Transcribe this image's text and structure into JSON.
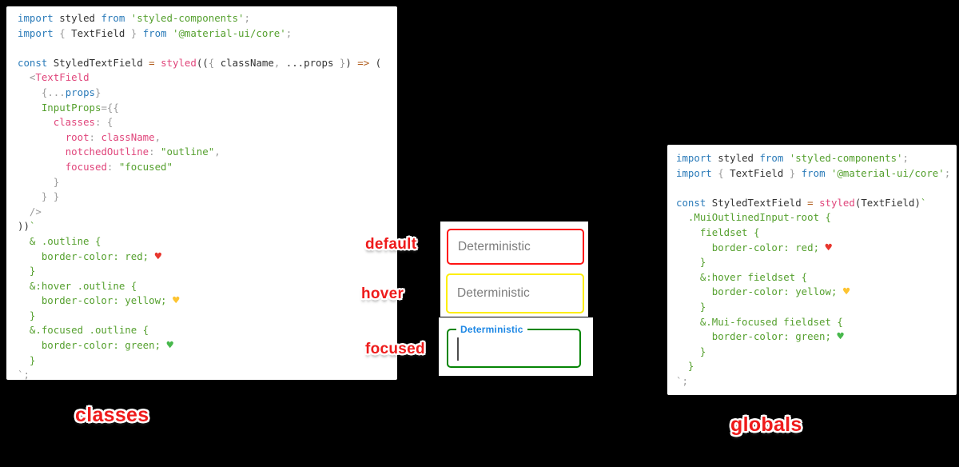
{
  "panels": {
    "left": {
      "caption": "classes",
      "lines": [
        [
          {
            "t": "import",
            "c": "kw"
          },
          {
            "t": " styled ",
            "c": "id"
          },
          {
            "t": "from",
            "c": "kw"
          },
          {
            "t": " 'styled-components'",
            "c": "str"
          },
          {
            "t": ";",
            "c": "pun"
          }
        ],
        [
          {
            "t": "import",
            "c": "kw"
          },
          {
            "t": " { ",
            "c": "pun"
          },
          {
            "t": "TextField",
            "c": "id"
          },
          {
            "t": " } ",
            "c": "pun"
          },
          {
            "t": "from",
            "c": "kw"
          },
          {
            "t": " '@material-ui/core'",
            "c": "str"
          },
          {
            "t": ";",
            "c": "pun"
          }
        ],
        [],
        [
          {
            "t": "const",
            "c": "kw"
          },
          {
            "t": " StyledTextField ",
            "c": "id"
          },
          {
            "t": "=",
            "c": "op"
          },
          {
            "t": " ",
            "c": "id"
          },
          {
            "t": "styled",
            "c": "pink"
          },
          {
            "t": "((",
            "c": "id"
          },
          {
            "t": "{ ",
            "c": "pun"
          },
          {
            "t": "className",
            "c": "id"
          },
          {
            "t": ",",
            "c": "pun"
          },
          {
            "t": " ...props",
            "c": "id"
          },
          {
            "t": " }",
            "c": "pun"
          },
          {
            "t": ")",
            "c": "id"
          },
          {
            "t": " ",
            "c": "id"
          },
          {
            "t": "=>",
            "c": "op"
          },
          {
            "t": " (",
            "c": "id"
          }
        ],
        [
          {
            "t": "  <",
            "c": "pun"
          },
          {
            "t": "TextField",
            "c": "pink"
          }
        ],
        [
          {
            "t": "    {",
            "c": "pun"
          },
          {
            "t": "...",
            "c": "pun"
          },
          {
            "t": "props",
            "c": "kw"
          },
          {
            "t": "}",
            "c": "pun"
          }
        ],
        [
          {
            "t": "    ",
            "c": "id"
          },
          {
            "t": "InputProps",
            "c": "str"
          },
          {
            "t": "={{",
            "c": "pun"
          }
        ],
        [
          {
            "t": "      ",
            "c": "id"
          },
          {
            "t": "classes",
            "c": "pink"
          },
          {
            "t": ": {",
            "c": "pun"
          }
        ],
        [
          {
            "t": "        ",
            "c": "id"
          },
          {
            "t": "root",
            "c": "pink"
          },
          {
            "t": ": ",
            "c": "pun"
          },
          {
            "t": "className",
            "c": "pink"
          },
          {
            "t": ",",
            "c": "pun"
          }
        ],
        [
          {
            "t": "        ",
            "c": "id"
          },
          {
            "t": "notchedOutline",
            "c": "pink"
          },
          {
            "t": ": ",
            "c": "pun"
          },
          {
            "t": "\"outline\"",
            "c": "str"
          },
          {
            "t": ",",
            "c": "pun"
          }
        ],
        [
          {
            "t": "        ",
            "c": "id"
          },
          {
            "t": "focused",
            "c": "pink"
          },
          {
            "t": ": ",
            "c": "pun"
          },
          {
            "t": "\"focused\"",
            "c": "str"
          }
        ],
        [
          {
            "t": "      }",
            "c": "pun"
          }
        ],
        [
          {
            "t": "    } }",
            "c": "pun"
          }
        ],
        [
          {
            "t": "  />",
            "c": "pun"
          }
        ],
        [
          {
            "t": "))",
            "c": "id"
          },
          {
            "t": "`",
            "c": "str"
          }
        ],
        [
          {
            "t": "  & .outline {",
            "c": "str"
          }
        ],
        [
          {
            "t": "    border-color: red; ",
            "c": "str"
          },
          {
            "t": "♥",
            "c": "hred"
          }
        ],
        [
          {
            "t": "  }",
            "c": "str"
          }
        ],
        [
          {
            "t": "  &:hover .outline {",
            "c": "str"
          }
        ],
        [
          {
            "t": "    border-color: yellow; ",
            "c": "str"
          },
          {
            "t": "♥",
            "c": "hyel"
          }
        ],
        [
          {
            "t": "  }",
            "c": "str"
          }
        ],
        [
          {
            "t": "  &.focused .outline {",
            "c": "str"
          }
        ],
        [
          {
            "t": "    border-color: green; ",
            "c": "str"
          },
          {
            "t": "♥",
            "c": "hgrn"
          }
        ],
        [
          {
            "t": "  }",
            "c": "str"
          }
        ],
        [
          {
            "t": "`;",
            "c": "pun"
          }
        ]
      ]
    },
    "right": {
      "caption": "globals",
      "lines": [
        [
          {
            "t": "import",
            "c": "kw"
          },
          {
            "t": " styled ",
            "c": "id"
          },
          {
            "t": "from",
            "c": "kw"
          },
          {
            "t": " 'styled-components'",
            "c": "str"
          },
          {
            "t": ";",
            "c": "pun"
          }
        ],
        [
          {
            "t": "import",
            "c": "kw"
          },
          {
            "t": " { ",
            "c": "pun"
          },
          {
            "t": "TextField",
            "c": "id"
          },
          {
            "t": " } ",
            "c": "pun"
          },
          {
            "t": "from",
            "c": "kw"
          },
          {
            "t": " '@material-ui/core'",
            "c": "str"
          },
          {
            "t": ";",
            "c": "pun"
          }
        ],
        [],
        [
          {
            "t": "const",
            "c": "kw"
          },
          {
            "t": " StyledTextField ",
            "c": "id"
          },
          {
            "t": "=",
            "c": "op"
          },
          {
            "t": " ",
            "c": "id"
          },
          {
            "t": "styled",
            "c": "pink"
          },
          {
            "t": "(",
            "c": "id"
          },
          {
            "t": "TextField",
            "c": "id"
          },
          {
            "t": ")",
            "c": "id"
          },
          {
            "t": "`",
            "c": "str"
          }
        ],
        [
          {
            "t": "  .MuiOutlinedInput-root {",
            "c": "str"
          }
        ],
        [
          {
            "t": "    fieldset {",
            "c": "str"
          }
        ],
        [
          {
            "t": "      border-color: red; ",
            "c": "str"
          },
          {
            "t": "♥",
            "c": "hred"
          }
        ],
        [
          {
            "t": "    }",
            "c": "str"
          }
        ],
        [
          {
            "t": "    &:hover fieldset {",
            "c": "str"
          }
        ],
        [
          {
            "t": "      border-color: yellow; ",
            "c": "str"
          },
          {
            "t": "♥",
            "c": "hyel"
          }
        ],
        [
          {
            "t": "    }",
            "c": "str"
          }
        ],
        [
          {
            "t": "    &.Mui-focused fieldset {",
            "c": "str"
          }
        ],
        [
          {
            "t": "      border-color: green; ",
            "c": "str"
          },
          {
            "t": "♥",
            "c": "hgrn"
          }
        ],
        [
          {
            "t": "    }",
            "c": "str"
          }
        ],
        [
          {
            "t": "  }",
            "c": "str"
          }
        ],
        [
          {
            "t": "`;",
            "c": "pun"
          }
        ]
      ]
    }
  },
  "middle": {
    "fields": [
      {
        "state_label": "default",
        "placeholder": "Deterministic",
        "border_color": "#ff1414"
      },
      {
        "state_label": "hover",
        "placeholder": "Deterministic",
        "border_color": "#fdee00"
      },
      {
        "state_label": "focused",
        "float_label": "Deterministic",
        "border_color": "#058505",
        "label_color": "#1e88e5"
      }
    ]
  },
  "colors": {
    "page_background": "#000000",
    "panel_background": "#ffffff",
    "label_red": "#ee1b1b",
    "keyword_blue": "#2b7bb9",
    "string_green": "#55a02e",
    "property_pink": "#e0457b",
    "operator_orange": "#b05c1b",
    "heart_red": "#e8362d",
    "heart_yellow": "#fdc431",
    "heart_green": "#47b84c",
    "placeholder_gray": "#7d7d7d"
  }
}
